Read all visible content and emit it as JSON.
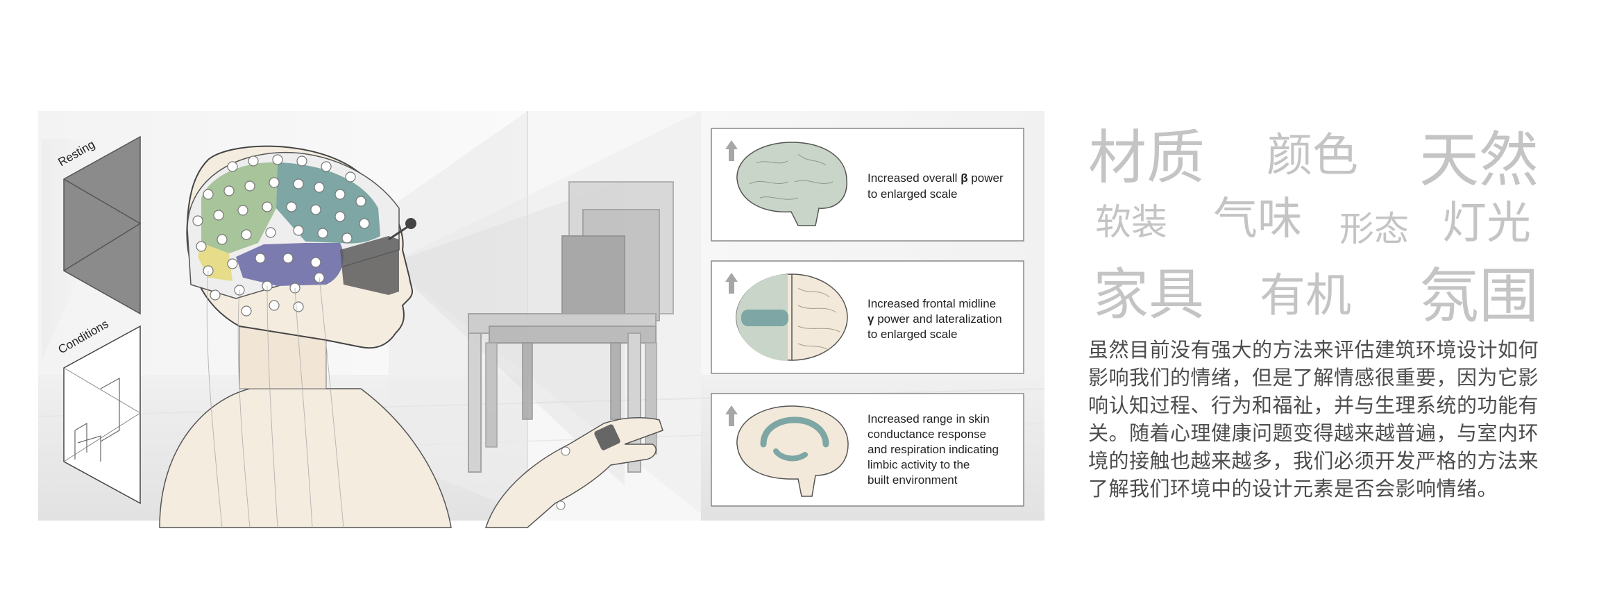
{
  "illustration": {
    "labels": {
      "resting": "Resting",
      "conditions": "Conditions"
    },
    "findings": [
      {
        "line1": "Increased overall ",
        "symbol": "β",
        "line1_end": " power",
        "line2": "to enlarged scale",
        "line3": "",
        "line4": "",
        "line5": ""
      },
      {
        "line1": "Increased frontal midline",
        "symbol": "γ",
        "line1_end": " power and lateralization",
        "line2": "to enlarged scale",
        "line3": "",
        "line4": "",
        "line5": ""
      },
      {
        "line1": "Increased range in skin",
        "line2": "conductance response",
        "line3": "and respiration indicating",
        "line4": "limbic activity to the",
        "line5": "built environment"
      }
    ]
  },
  "design_elements": {
    "words": [
      "材质",
      "颜色",
      "天然",
      "软装",
      "气味",
      "形态",
      "灯光",
      "家具",
      "有机",
      "氛围"
    ]
  },
  "paragraph": "虽然目前没有强大的方法来评估建筑环境设计如何影响我们的情绪，但是了解情感很重要，因为它影响认知过程、行为和福祉，并与生理系统的功能有关。随着心理健康问题变得越来越普遍，与室内环境的接触也越来越多，我们必须开发严格的方法来了解我们环境中的设计元素是否会影响情绪。",
  "colors": {
    "frontal_green": "#a7c49a",
    "parietal_teal": "#7da6a4",
    "temporal_purple": "#7b7bb0",
    "prefrontal_yellow": "#e6dc8a",
    "skin": "#f4ecdf",
    "word_gray": "#c4c4c4",
    "paragraph_gray": "#4d4d4d"
  }
}
